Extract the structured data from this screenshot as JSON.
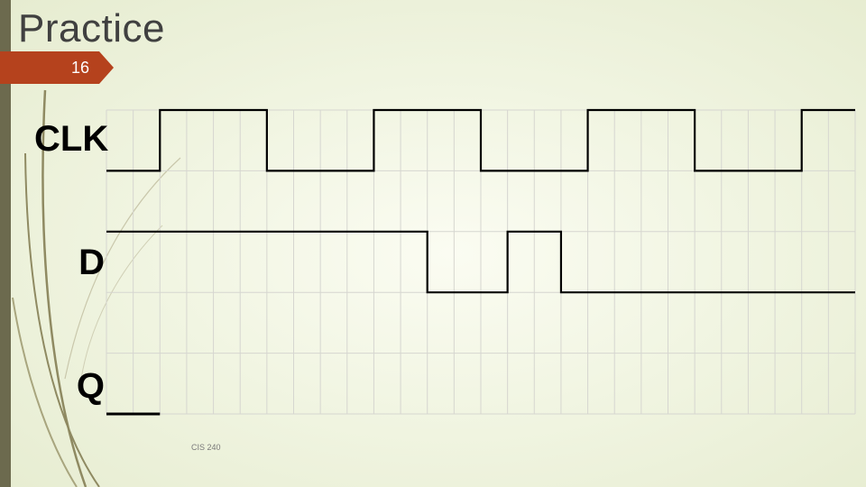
{
  "slide": {
    "title": "Practice",
    "page_number": "16",
    "footer": "CIS 240"
  },
  "timing_diagram": {
    "grid": {
      "columns": 28,
      "rows": 5
    },
    "signals": [
      {
        "label": "CLK",
        "transitions": [
          [
            0,
            0
          ],
          [
            2,
            1
          ],
          [
            6,
            0
          ],
          [
            10,
            1
          ],
          [
            14,
            0
          ],
          [
            18,
            1
          ],
          [
            22,
            0
          ],
          [
            26,
            1
          ]
        ],
        "end": 28
      },
      {
        "label": "D",
        "transitions": [
          [
            0,
            1
          ],
          [
            12,
            0
          ],
          [
            15,
            1
          ],
          [
            17,
            0
          ]
        ],
        "end": 28
      },
      {
        "label": "Q",
        "transitions": [
          [
            0,
            0
          ]
        ],
        "end": 2
      }
    ]
  },
  "colors": {
    "accent": "#b5421d",
    "grid": "#d6d6d0",
    "waveform": "#000000",
    "side_bar": "#6c6a4e"
  }
}
